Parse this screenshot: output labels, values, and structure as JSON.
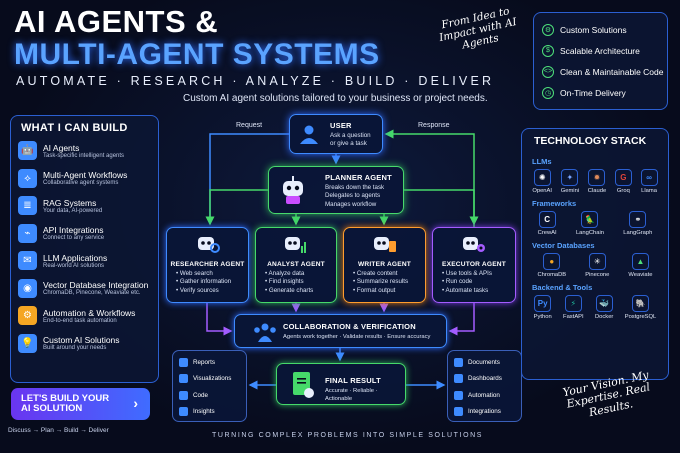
{
  "header": {
    "title_line1": "AI AGENTS &",
    "title_line2": "MULTI-AGENT SYSTEMS",
    "tagline": "AUTOMATE · RESEARCH · ANALYZE · BUILD · DELIVER",
    "subtitle": "Custom AI agent solutions tailored to your business or project needs.",
    "script_note": "From Idea to Impact with AI Agents"
  },
  "features": [
    {
      "label": "Custom Solutions",
      "icon": "gear-icon"
    },
    {
      "label": "Scalable Architecture",
      "icon": "dollar-icon"
    },
    {
      "label": "Clean & Maintainable Code",
      "icon": "code-icon"
    },
    {
      "label": "On-Time Delivery",
      "icon": "clock-icon"
    }
  ],
  "can_build": {
    "title": "WHAT I CAN BUILD",
    "items": [
      {
        "title": "AI Agents",
        "desc": "Task-specific intelligent agents",
        "color": "#3e8bff",
        "icon": "robot-icon"
      },
      {
        "title": "Multi-Agent Workflows",
        "desc": "Collaborative agent systems",
        "color": "#3e8bff",
        "icon": "network-icon"
      },
      {
        "title": "RAG Systems",
        "desc": "Your data, AI-powered",
        "color": "#3e8bff",
        "icon": "database-icon"
      },
      {
        "title": "API Integrations",
        "desc": "Connect to any service",
        "color": "#3e8bff",
        "icon": "plug-icon"
      },
      {
        "title": "LLM Applications",
        "desc": "Real-world AI solutions",
        "color": "#3e8bff",
        "icon": "chat-icon"
      },
      {
        "title": "Vector Database Integration",
        "desc": "ChromaDB, Pinecone, Weaviate etc.",
        "color": "#3e8bff",
        "icon": "cylinder-icon"
      },
      {
        "title": "Automation & Workflows",
        "desc": "End-to-end task automation",
        "color": "#f5a623",
        "icon": "cog-icon"
      },
      {
        "title": "Custom AI Solutions",
        "desc": "Built around your needs",
        "color": "#3e8bff",
        "icon": "bulb-icon"
      }
    ]
  },
  "cta": {
    "label_line1": "LET'S BUILD YOUR",
    "label_line2": "AI SOLUTION",
    "arrow": "›"
  },
  "steps": "Discuss → Plan → Build → Deliver",
  "flow": {
    "request_label": "Request",
    "response_label": "Response",
    "user": {
      "title": "USER",
      "desc1": "Ask a question",
      "desc2": "or give a task"
    },
    "planner": {
      "title": "PLANNER AGENT",
      "desc1": "Breaks down the task",
      "desc2": "Delegates to agents",
      "desc3": "Manages workflow"
    },
    "agents": [
      {
        "title": "RESEARCHER AGENT",
        "items": [
          "• Web search",
          "• Gather information",
          "• Verify sources"
        ]
      },
      {
        "title": "ANALYST AGENT",
        "items": [
          "• Analyze data",
          "• Find insights",
          "• Generate charts"
        ]
      },
      {
        "title": "WRITER AGENT",
        "items": [
          "• Create content",
          "• Summarize results",
          "• Format output"
        ]
      },
      {
        "title": "EXECUTOR AGENT",
        "items": [
          "• Use tools & APIs",
          "• Run code",
          "• Automate tasks"
        ]
      }
    ],
    "collab": {
      "title": "COLLABORATION & VERIFICATION",
      "desc": "Agents work together · Validate results · Ensure accuracy"
    },
    "final": {
      "title": "FINAL RESULT",
      "desc": "Accurate · Reliable · Actionable"
    },
    "outputs_left": [
      "Reports",
      "Visualizations",
      "Code",
      "Insights"
    ],
    "outputs_right": [
      "Documents",
      "Dashboards",
      "Automation",
      "Integrations"
    ]
  },
  "tech": {
    "title": "TECHNOLOGY STACK",
    "sections": [
      {
        "name": "LLMs",
        "logos": [
          {
            "label": "OpenAI",
            "glyph": "✺",
            "color": "#ffffff"
          },
          {
            "label": "Gemini",
            "glyph": "✦",
            "color": "#7aa6ff"
          },
          {
            "label": "Claude",
            "glyph": "✹",
            "color": "#e08a5a"
          },
          {
            "label": "Groq",
            "glyph": "G",
            "color": "#e0443a"
          },
          {
            "label": "Llama",
            "glyph": "∞",
            "color": "#3e8bff"
          }
        ]
      },
      {
        "name": "Frameworks",
        "logos": [
          {
            "label": "CrewAI",
            "glyph": "C",
            "color": "#ffffff"
          },
          {
            "label": "LangChain",
            "glyph": "🦜",
            "color": "#ffffff"
          },
          {
            "label": "LangGraph",
            "glyph": "⚭",
            "color": "#ffffff"
          }
        ]
      },
      {
        "name": "Vector Databases",
        "logos": [
          {
            "label": "ChromaDB",
            "glyph": "●",
            "color": "#f5a623"
          },
          {
            "label": "Pinecone",
            "glyph": "✳",
            "color": "#ffffff"
          },
          {
            "label": "Weaviate",
            "glyph": "▲",
            "color": "#4ee07a"
          }
        ]
      },
      {
        "name": "Backend & Tools",
        "logos": [
          {
            "label": "Python",
            "glyph": "Py",
            "color": "#3e8bff"
          },
          {
            "label": "FastAPI",
            "glyph": "⚡",
            "color": "#1fb89a"
          },
          {
            "label": "Docker",
            "glyph": "🐳",
            "color": "#3e8bff"
          },
          {
            "label": "PostgreSQL",
            "glyph": "🐘",
            "color": "#6c9ad6"
          }
        ]
      }
    ]
  },
  "vision": "Your Vision. My Expertise. Real Results.",
  "footer": "TURNING COMPLEX PROBLEMS INTO SIMPLE SOLUTIONS"
}
